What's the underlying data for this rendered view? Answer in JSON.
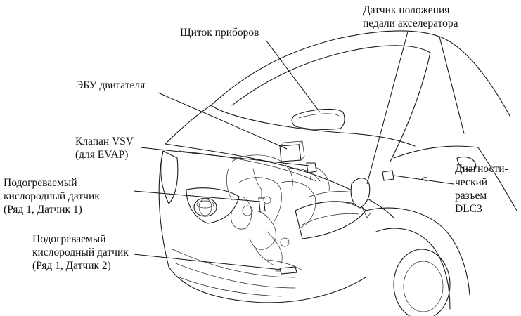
{
  "labels": {
    "instrument_panel": "Щиток приборов",
    "accel_sensor": [
      "Датчик положения",
      "педали акселератора"
    ],
    "ecm": "ЭБУ двигателя",
    "vsv": [
      "Клапан VSV",
      "(для EVAP)"
    ],
    "o2_sensor_1": [
      "Подогреваемый",
      "кислородный датчик",
      "(Ряд 1, Датчик 1)"
    ],
    "o2_sensor_2": [
      "Подогреваемый",
      "кислородный датчик",
      "(Ряд 1, Датчик 2)"
    ],
    "dlc3": [
      "Диагности-",
      "ческий",
      "разъем",
      "DLC3"
    ]
  },
  "colors": {
    "line": "#1a1a1a",
    "text": "#111111",
    "background": "#ffffff"
  }
}
